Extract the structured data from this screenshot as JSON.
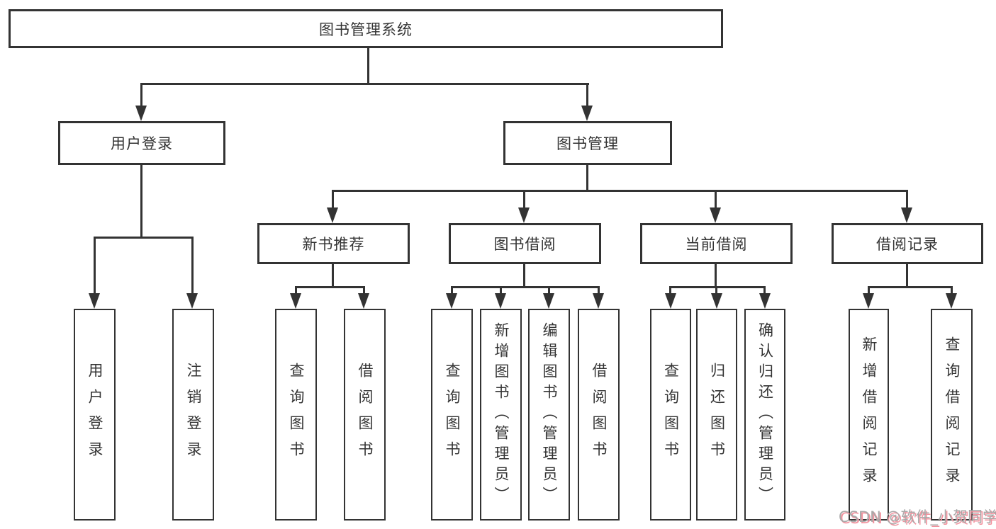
{
  "tree": {
    "root": {
      "label": "图书管理系统",
      "children": [
        {
          "label": "用户登录",
          "children": [
            {
              "label": "用户登录"
            },
            {
              "label": "注销登录"
            }
          ]
        },
        {
          "label": "图书管理",
          "children": [
            {
              "label": "新书推荐",
              "children": [
                {
                  "label": "查询图书"
                },
                {
                  "label": "借阅图书"
                }
              ]
            },
            {
              "label": "图书借阅",
              "children": [
                {
                  "label": "查询图书"
                },
                {
                  "label": "新增图书（管理员）"
                },
                {
                  "label": "编辑图书（管理员）"
                },
                {
                  "label": "借阅图书"
                }
              ]
            },
            {
              "label": "当前借阅",
              "children": [
                {
                  "label": "查询图书"
                },
                {
                  "label": "归还图书"
                },
                {
                  "label": "确认归还（管理员）"
                }
              ]
            },
            {
              "label": "借阅记录",
              "children": [
                {
                  "label": "新增借阅记录"
                },
                {
                  "label": "查询借阅记录"
                }
              ]
            }
          ]
        }
      ]
    }
  },
  "watermark": {
    "text": "CSDN @软件_小贺同学"
  },
  "colors": {
    "line": "#333333",
    "border": "#333333",
    "text": "#333333",
    "background": "#ffffff",
    "watermark_gray": "#a8a8a8",
    "watermark_pink": "#f2929e"
  }
}
